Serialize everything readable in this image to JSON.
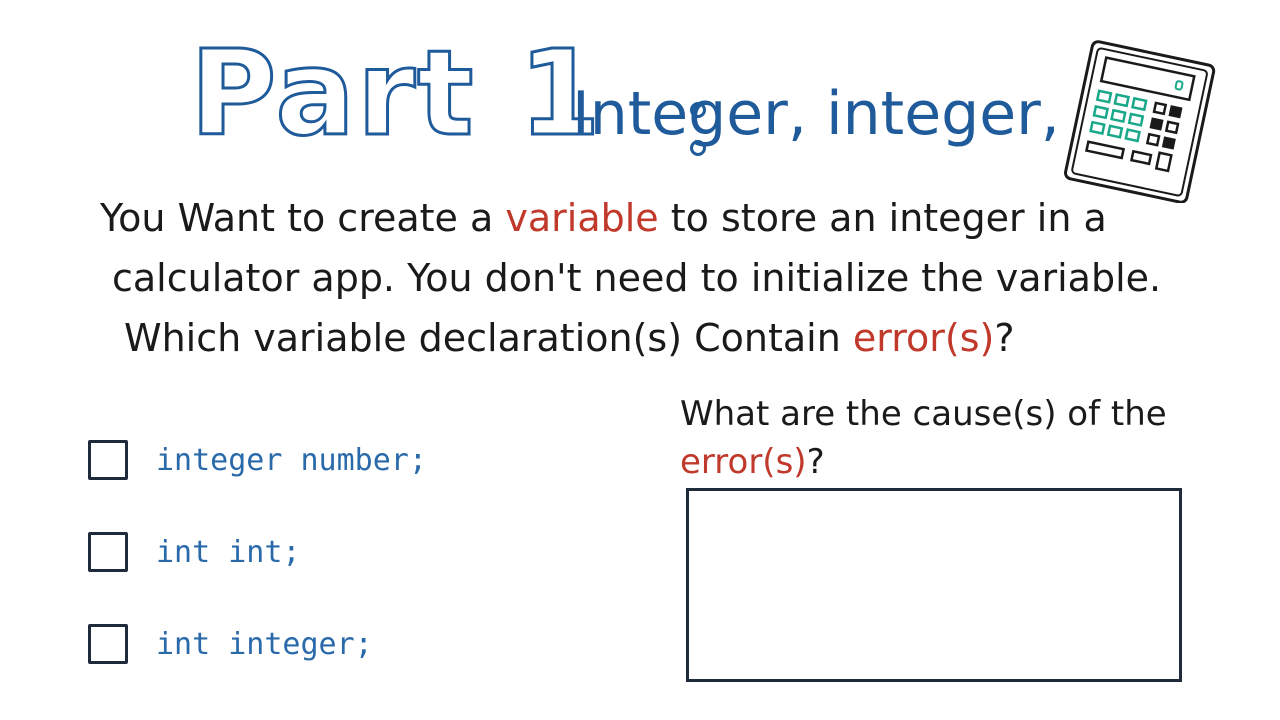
{
  "title": {
    "part": "Part 1",
    "subtitle": "Integer, integer, int"
  },
  "question": {
    "line1_pre": "You Want to create a ",
    "line1_accent": "variable",
    "line1_post": " to store an integer in a",
    "line2": "calculator app. You don't need to initialize the variable.",
    "line3_pre": "Which variable declaration(s) Contain ",
    "line3_accent": "error(s)",
    "line3_post": "?"
  },
  "options": [
    {
      "label": "integer number;"
    },
    {
      "label": "int int;"
    },
    {
      "label": "int integer;"
    }
  ],
  "cause_prompt": {
    "line1": "What are the cause(s) of the",
    "line2_accent": "error(s)",
    "line2_post": "?"
  },
  "answer": {
    "value": ""
  },
  "icons": {
    "calculator": "calculator-icon"
  },
  "colors": {
    "title_blue": "#1f5a9a",
    "code_blue": "#2a6aaa",
    "accent_red": "#c0392b",
    "calc_green": "#1aa88a",
    "ink": "#1a1a1a"
  }
}
